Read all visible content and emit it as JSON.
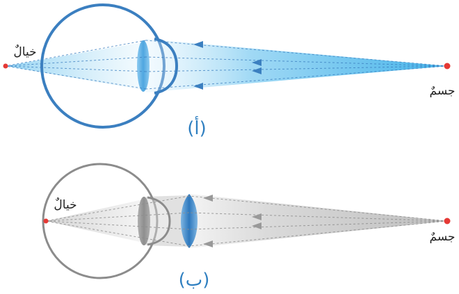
{
  "diagrams": [
    {
      "id": "a",
      "caption": "(أ)",
      "image_label": "خيالٌ",
      "object_label": "جسمٌ",
      "colors": {
        "eye": "#3b7fc0",
        "rays": "#27a7e6",
        "lens": "#66b4e8",
        "points": "#e53935"
      }
    },
    {
      "id": "b",
      "caption": "(ب)",
      "image_label": "خيالٌ",
      "object_label": "جسمٌ",
      "colors": {
        "eye": "#8c8c8c",
        "rays": "#a8a8a8",
        "lens": "#9a9a9a",
        "corrective_lens": "#3b86c8",
        "points": "#e53935"
      }
    }
  ]
}
